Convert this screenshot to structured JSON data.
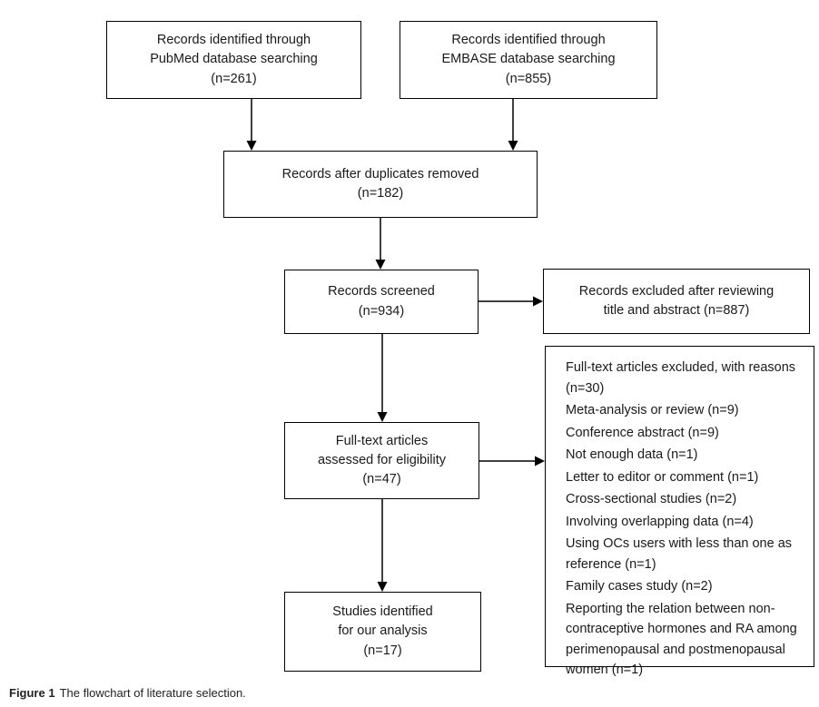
{
  "figure": {
    "caption_label": "Figure 1",
    "caption_text": "The flowchart of literature selection."
  },
  "colors": {
    "border": "#000000",
    "text": "#1a1a1a",
    "background": "#ffffff"
  },
  "boxes": {
    "pubmed": {
      "text": "Records identified through\nPubMed database searching\n(n=261)"
    },
    "embase": {
      "text": "Records identified through\nEMBASE database searching\n(n=855)"
    },
    "duplicates_removed": {
      "text": "Records after duplicates removed\n(n=182)"
    },
    "records_screened": {
      "text": "Records screened\n(n=934)"
    },
    "records_excluded": {
      "text": "Records excluded after reviewing\ntitle and abstract (n=887)"
    },
    "fulltext_assessed": {
      "text": "Full-text articles\nassessed for eligibility\n(n=47)"
    },
    "studies_identified": {
      "text": "Studies identified\nfor our analysis\n(n=17)"
    },
    "fulltext_excluded": {
      "items": [
        "Full-text articles excluded, with reasons (n=30)",
        "Meta-analysis or review (n=9)",
        "Conference abstract (n=9)",
        "Not enough data (n=1)",
        "Letter to editor or comment (n=1)",
        "Cross-sectional studies (n=2)",
        "Involving overlapping data (n=4)",
        "Using OCs users with less than one as reference (n=1)",
        "Family cases study (n=2)",
        "Reporting the relation between non-contraceptive hormones and RA among perimenopausal and postmenopausal women (n=1)"
      ]
    }
  }
}
